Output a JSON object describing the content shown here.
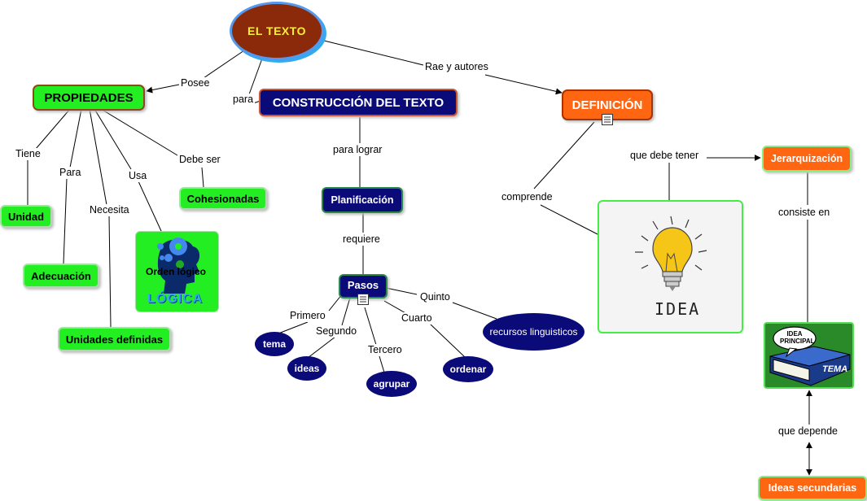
{
  "nodes": {
    "el_texto": "EL TEXTO",
    "propiedades": "PROPIEDADES",
    "construccion": "CONSTRUCCIÓN DEL TEXTO",
    "definicion": "DEFINICIÓN",
    "cohesionadas": "Cohesionadas",
    "unidad": "Unidad",
    "adecuacion": "Adecuación",
    "unidades_definidas": "Unidades definidas",
    "orden_logico": "Orden lógico",
    "logica_word": "LÓGICA",
    "planificacion": "Planificación",
    "pasos": "Pasos",
    "tema": "tema",
    "ideas": "ideas",
    "agrupar": "agrupar",
    "ordenar": "ordenar",
    "recursos": "recursos linguisticos",
    "jerarquizacion": "Jerarquización",
    "ideas_secundarias": "Ideas secundarias",
    "idea_word": "IDEA",
    "idea_principal": "IDEA PRINCIPAL",
    "tema_word": "TEMA"
  },
  "links": {
    "posee": "Posee",
    "para": "para",
    "rae": "Rae y autores",
    "tiene": "Tiene",
    "para2": "Para",
    "necesita": "Necesita",
    "usa": "Usa",
    "debe_ser": "Debe ser",
    "para_lograr": "para lograr",
    "requiere": "requiere",
    "primero": "Primero",
    "segundo": "Segundo",
    "tercero": "Tercero",
    "cuarto": "Cuarto",
    "quinto": "Quinto",
    "comprende": "comprende",
    "que_debe_tener": "que debe tener",
    "consiste_en": "consiste en",
    "que_depende": "que depende"
  },
  "colors": {
    "green": "#22ee22",
    "navy": "#0a0a78",
    "orange": "#ff6611",
    "el_texto_fill": "#8b2a0a"
  }
}
